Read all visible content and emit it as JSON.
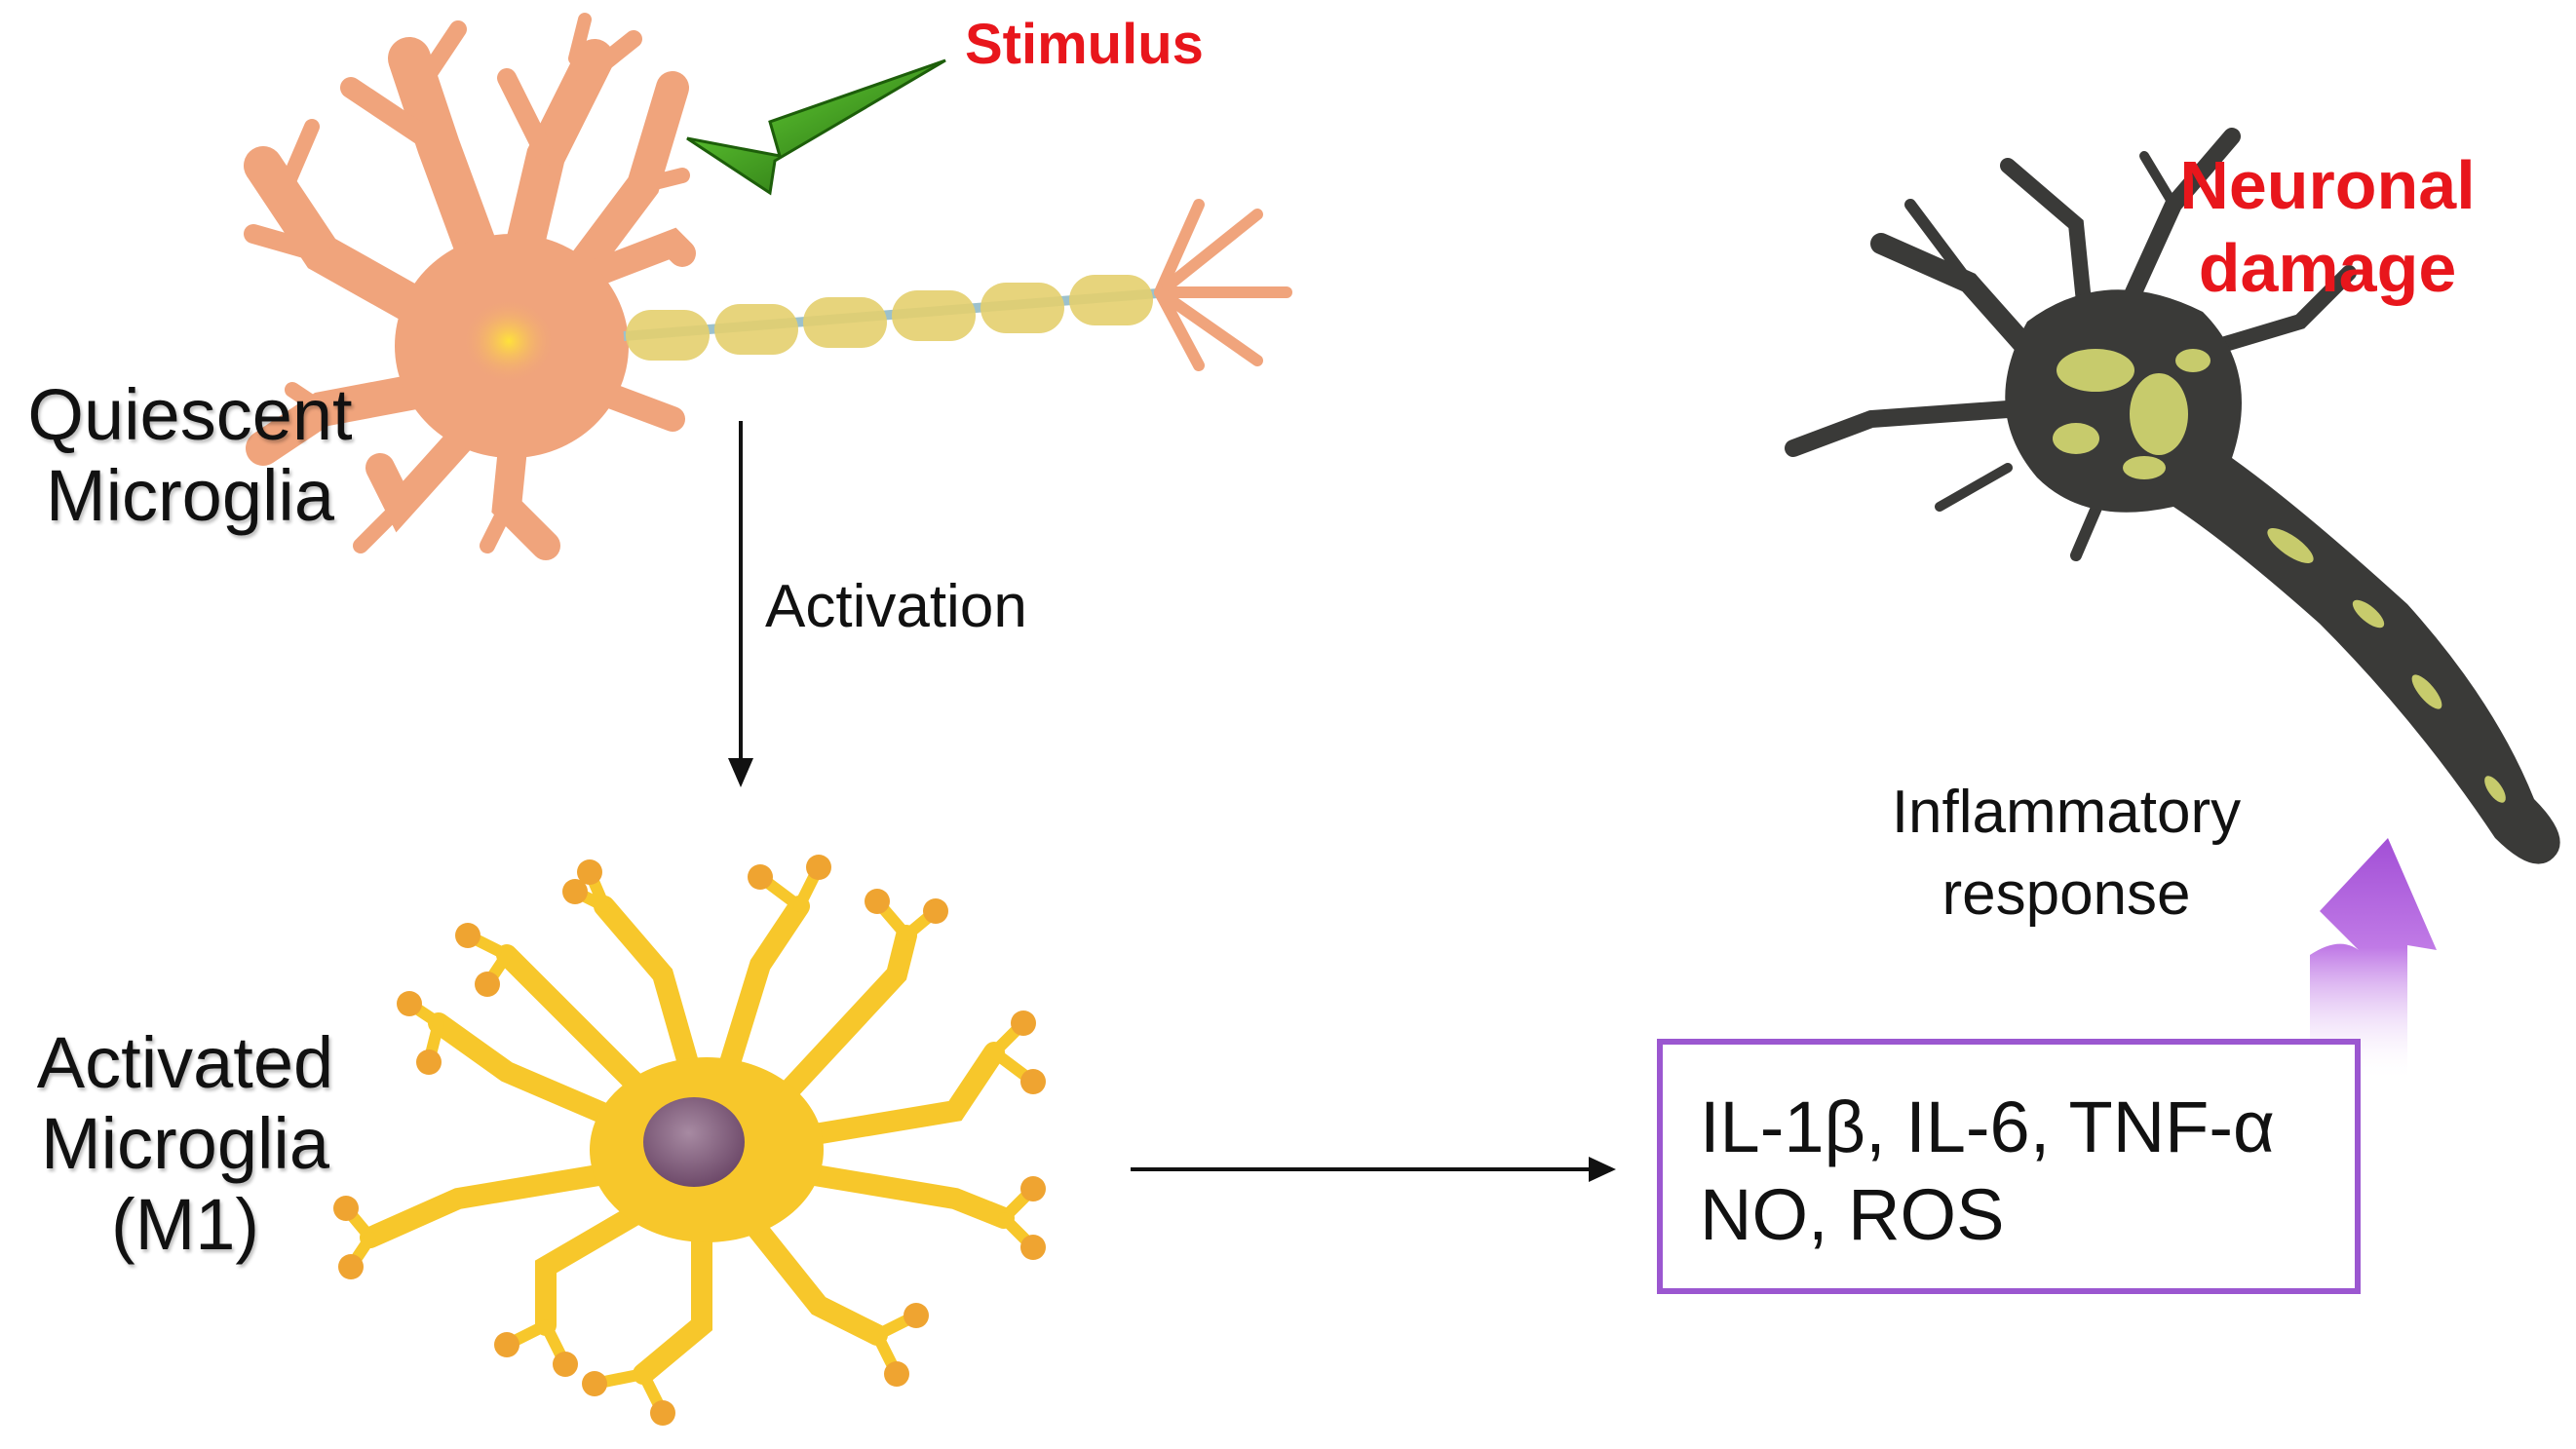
{
  "labels": {
    "stimulus": "Stimulus",
    "neuronal_damage_line1": "Neuronal",
    "neuronal_damage_line2": "damage",
    "quiescent_line1": "Quiescent",
    "quiescent_line2": "Microglia",
    "activation": "Activation",
    "activated_line1": "Activated",
    "activated_line2": "Microglia",
    "activated_line3": "(M1)",
    "inflammatory_line1": "Inflammatory",
    "inflammatory_line2": "response"
  },
  "mediators": {
    "line1": "IL-1β, IL-6, TNF-α",
    "line2": "NO, ROS"
  },
  "colors": {
    "quiescent_cell": "#f0a47c",
    "myelin": "#e4cf6e",
    "activated_cell": "#f7c72b",
    "process_tip": "#efa431",
    "nucleus": "#8d6a86",
    "damaged_neuron": "#3a3a38",
    "damage_spots": "#d7dc73",
    "stimulus_arrow": "#2f8a12",
    "response_arrow": "#b96fe0",
    "mediator_border": "#9b57d0",
    "label_red": "#e8161c"
  }
}
